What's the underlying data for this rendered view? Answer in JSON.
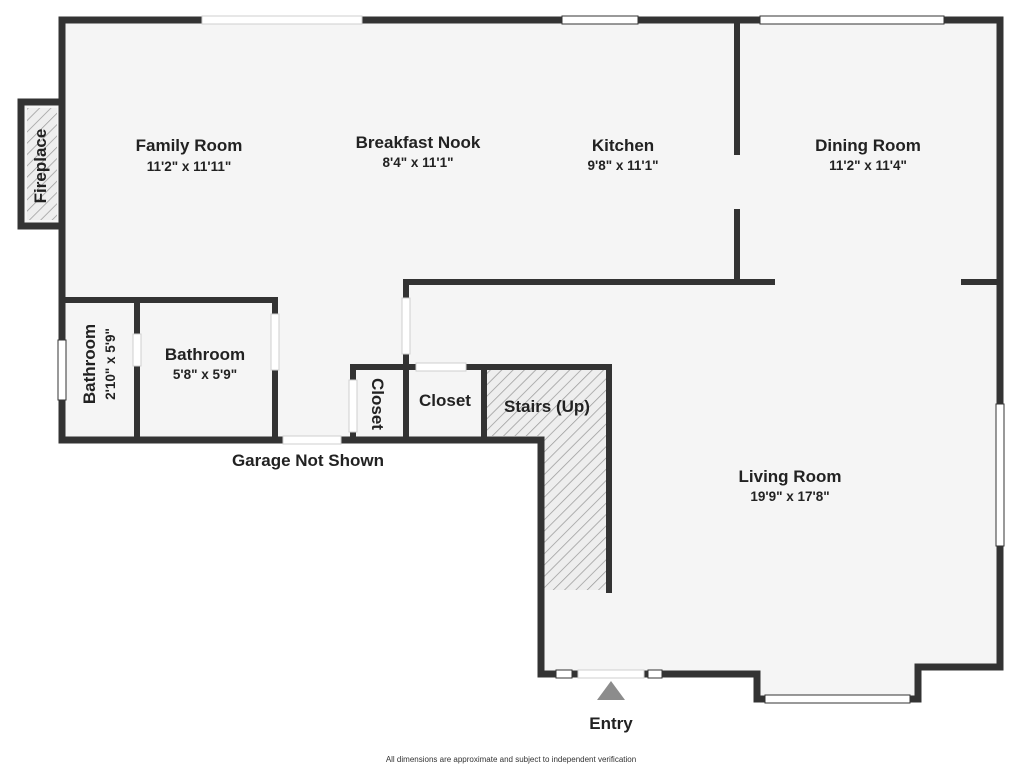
{
  "rooms": {
    "family_room": {
      "name": "Family Room",
      "dims": "11'2\" x 11'11\""
    },
    "breakfast_nook": {
      "name": "Breakfast Nook",
      "dims": "8'4\" x 11'1\""
    },
    "kitchen": {
      "name": "Kitchen",
      "dims": "9'8\" x 11'1\""
    },
    "dining_room": {
      "name": "Dining Room",
      "dims": "11'2\" x 11'4\""
    },
    "living_room": {
      "name": "Living Room",
      "dims": "19'9\" x 17'8\""
    },
    "bathroom_small": {
      "name": "Bathroom",
      "dims": "2'10\" x 5'9\""
    },
    "bathroom": {
      "name": "Bathroom",
      "dims": "5'8\" x 5'9\""
    },
    "fireplace": {
      "name": "Fireplace"
    },
    "closet_a": {
      "name": "Closet"
    },
    "closet_b": {
      "name": "Closet"
    },
    "stairs": {
      "name": "Stairs (Up)"
    }
  },
  "labels": {
    "garage": "Garage Not Shown",
    "entry": "Entry",
    "disclaimer": "All dimensions are approximate and subject to independent verification"
  },
  "colors": {
    "wall": "#333333",
    "floor": "#f5f5f5",
    "hatch": "#9a9a9a",
    "window": "#ffffff",
    "entry_arrow": "#8c8c8c"
  }
}
